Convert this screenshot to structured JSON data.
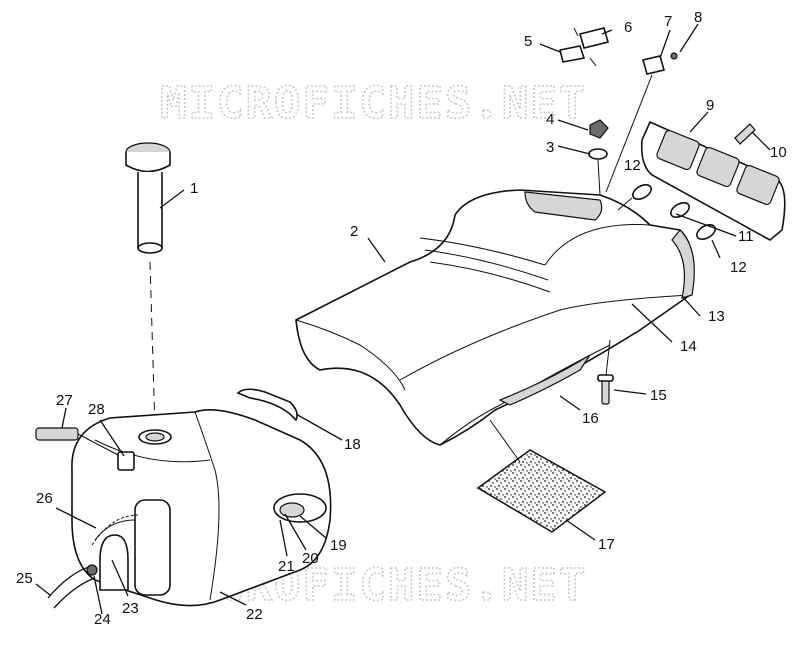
{
  "watermark": {
    "text": "MICROFICHES.NET"
  },
  "callouts": {
    "c1": "1",
    "c2": "2",
    "c3": "3",
    "c4": "4",
    "c5": "5",
    "c6": "6",
    "c7": "7",
    "c8": "8",
    "c9": "9",
    "c10": "10",
    "c11": "11",
    "c12a": "12",
    "c12b": "12",
    "c13": "13",
    "c14": "14",
    "c15": "15",
    "c16": "16",
    "c17": "17",
    "c18": "18",
    "c19": "19",
    "c20": "20",
    "c21": "21",
    "c22": "22",
    "c23": "23",
    "c24": "24",
    "c25": "25",
    "c26": "26",
    "c27": "27",
    "c28": "28"
  }
}
